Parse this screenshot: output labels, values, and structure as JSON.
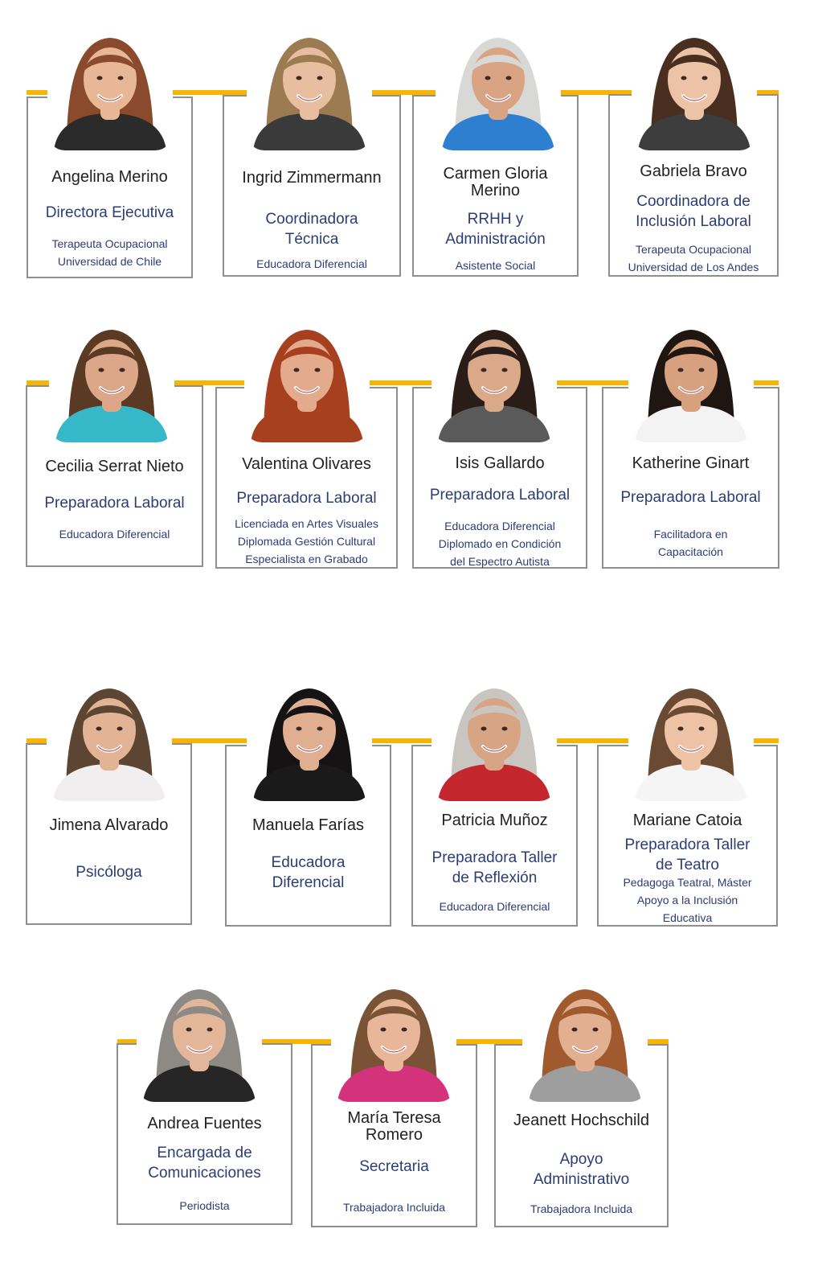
{
  "team": [
    {
      "name": "Angelina Merino",
      "role": "Directora Ejecutiva",
      "detail": "Terapeuta Ocupacional\nUniversidad de Chile",
      "colors": {
        "hair": "#8a4a2c",
        "skin": "#e8b896",
        "top": "#2b2b2b"
      },
      "icon": "avatar-woman-icon"
    },
    {
      "name": "Ingrid Zimmermann",
      "role": "Coordinadora\nTécnica",
      "detail": "Educadora Diferencial",
      "colors": {
        "hair": "#9c7a52",
        "skin": "#e7bea0",
        "top": "#3a3a3a"
      },
      "icon": "avatar-woman-icon"
    },
    {
      "name": "Carmen Gloria\nMerino",
      "role": "RRHH y\nAdministración",
      "detail": "Asistente Social",
      "colors": {
        "hair": "#d8d8d6",
        "skin": "#d9a483",
        "top": "#2f7fd1"
      },
      "icon": "avatar-woman-icon"
    },
    {
      "name": "Gabriela Bravo",
      "role": "Coordinadora de\nInclusión Laboral",
      "detail": "Terapeuta Ocupacional\nUniversidad de Los Andes",
      "colors": {
        "hair": "#4a2e1f",
        "skin": "#edc3a7",
        "top": "#3d3d3d"
      },
      "icon": "avatar-woman-icon"
    },
    {
      "name": "Cecilia Serrat Nieto",
      "role": "Preparadora Laboral",
      "detail": "Educadora Diferencial",
      "colors": {
        "hair": "#5a3a22",
        "skin": "#dca789",
        "top": "#36b8c9"
      },
      "icon": "avatar-woman-icon"
    },
    {
      "name": "Valentina Olivares",
      "role": "Preparadora Laboral",
      "detail": "Licenciada en Artes Visuales\nDiplomada Gestión Cultural\nEspecialista en Grabado",
      "colors": {
        "hair": "#a6401f",
        "skin": "#e3ab8b",
        "top": "#a6401f"
      },
      "icon": "avatar-woman-icon"
    },
    {
      "name": "Isis Gallardo",
      "role": "Preparadora Laboral",
      "detail": "Educadora Diferencial\nDiplomado en Condición\ndel Espectro Autista",
      "colors": {
        "hair": "#2a1c16",
        "skin": "#d9a98a",
        "top": "#5a5a5a"
      },
      "icon": "avatar-woman-icon"
    },
    {
      "name": "Katherine Ginart",
      "role": "Preparadora Laboral",
      "detail": "Facilitadora en\nCapacitación",
      "colors": {
        "hair": "#1f1612",
        "skin": "#d7a07e",
        "top": "#f3f3f3"
      },
      "icon": "avatar-woman-icon"
    },
    {
      "name": "Jimena Alvarado",
      "role": "Psicóloga",
      "detail": "",
      "colors": {
        "hair": "#5c4533",
        "skin": "#e2b394",
        "top": "#f0eeee"
      },
      "icon": "avatar-woman-icon"
    },
    {
      "name": "Manuela Farías",
      "role": "Educadora\nDiferencial",
      "detail": "",
      "colors": {
        "hair": "#151313",
        "skin": "#e0ae90",
        "top": "#1a1a1a"
      },
      "icon": "avatar-woman-icon"
    },
    {
      "name": "Patricia Muñoz",
      "role": "Preparadora Taller\nde Reflexión",
      "detail": "Educadora Diferencial",
      "colors": {
        "hair": "#c9c6c2",
        "skin": "#d8a584",
        "top": "#c4262e"
      },
      "icon": "avatar-woman-icon"
    },
    {
      "name": "Mariane Catoia",
      "role": "Preparadora Taller\nde Teatro",
      "detail": "Pedagoga Teatral, Máster\nApoyo a la Inclusión\nEducativa",
      "colors": {
        "hair": "#6a4a33",
        "skin": "#eec2a4",
        "top": "#f5f5f5"
      },
      "icon": "avatar-woman-icon"
    },
    {
      "name": "Andrea Fuentes",
      "role": "Encargada de\nComunicaciones",
      "detail": "Periodista",
      "colors": {
        "hair": "#8d8a86",
        "skin": "#e3b699",
        "top": "#262626"
      },
      "icon": "avatar-woman-icon"
    },
    {
      "name": "María Teresa\nRomero",
      "role": "Secretaria",
      "detail": "Trabajadora Incluida",
      "colors": {
        "hair": "#7a5236",
        "skin": "#e8b79a",
        "top": "#d4327a"
      },
      "icon": "avatar-woman-icon"
    },
    {
      "name": "Jeanett Hochschild",
      "role": "Apoyo\nAdministrativo",
      "detail": "Trabajadora Incluida",
      "colors": {
        "hair": "#a05a2e",
        "skin": "#e2b091",
        "top": "#9e9e9e"
      },
      "icon": "avatar-woman-icon"
    }
  ],
  "colors": {
    "accent_bar": "#f7b500",
    "text_role": "#2c3d74",
    "text_name": "#222222",
    "card_border": "#8f8f8f"
  }
}
